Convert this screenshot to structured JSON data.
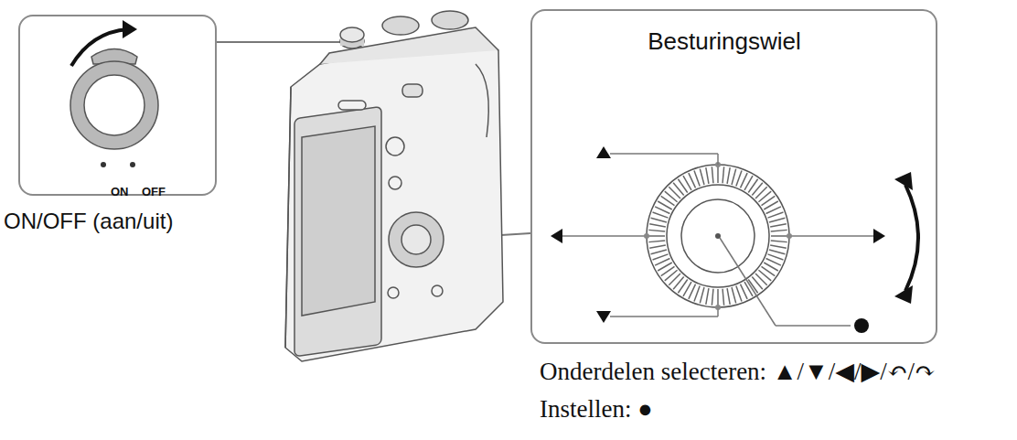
{
  "diagram": {
    "nodes": [
      {
        "text": [
          "ON",
          "OFF"
        ]
      },
      {
        "text": [
          "Besturingswiel"
        ]
      }
    ],
    "labels": [
      "ON/OFF (aan/uit)",
      "Onderdelen selecteren: ▲/▼/◀/▶/↶/↷",
      "Instellen: ●"
    ]
  }
}
